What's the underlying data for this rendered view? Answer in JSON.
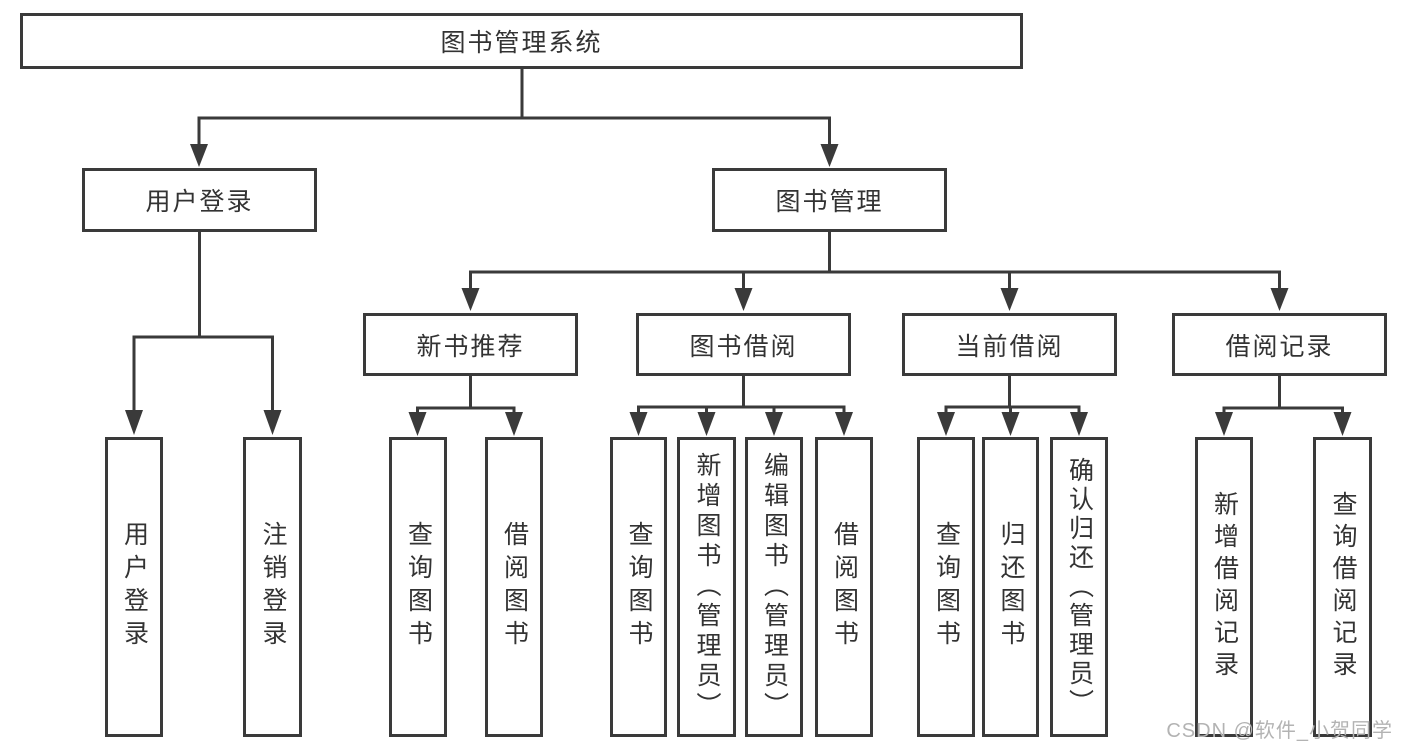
{
  "diagram": {
    "root": {
      "label": "图书管理系统"
    },
    "branches": [
      {
        "label": "用户登录",
        "children": [
          {
            "label": "用户登录"
          },
          {
            "label": "注销登录"
          }
        ]
      },
      {
        "label": "图书管理",
        "children": [
          {
            "label": "新书推荐",
            "children": [
              {
                "label": "查询图书"
              },
              {
                "label": "借阅图书"
              }
            ]
          },
          {
            "label": "图书借阅",
            "children": [
              {
                "label": "查询图书"
              },
              {
                "label": "新增图书（管理员）"
              },
              {
                "label": "编辑图书（管理员）"
              },
              {
                "label": "借阅图书"
              }
            ]
          },
          {
            "label": "当前借阅",
            "children": [
              {
                "label": "查询图书"
              },
              {
                "label": "归还图书"
              },
              {
                "label": "确认归还（管理员）"
              }
            ]
          },
          {
            "label": "借阅记录",
            "children": [
              {
                "label": "新增借阅记录"
              },
              {
                "label": "查询借阅记录"
              }
            ]
          }
        ]
      }
    ],
    "colors": {
      "line": "#3a3a3a",
      "text": "#333333",
      "background": "#ffffff",
      "watermark": "#b3b3b3"
    }
  },
  "watermark": {
    "text": "CSDN @软件_小贺同学"
  }
}
